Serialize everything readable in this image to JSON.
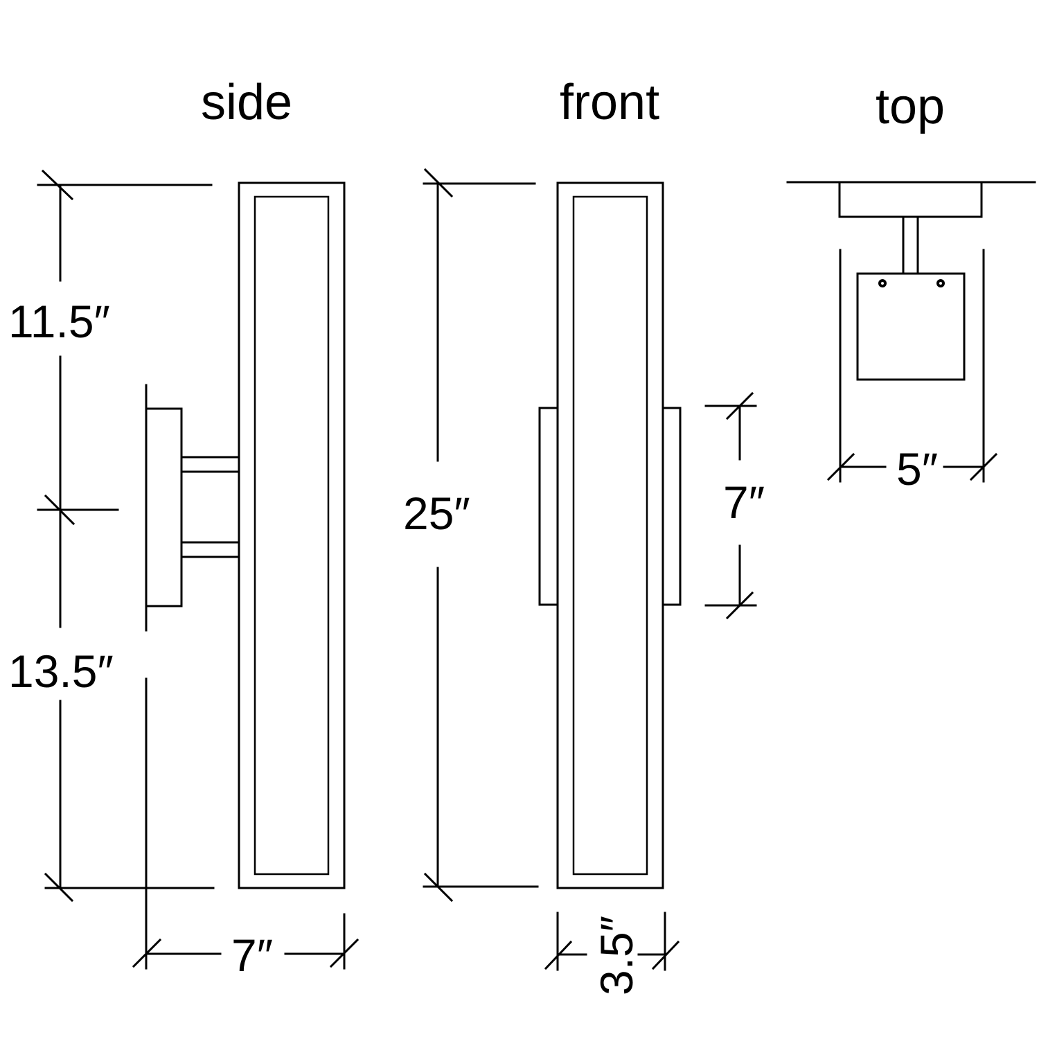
{
  "views": {
    "side": {
      "title": "side"
    },
    "front": {
      "title": "front"
    },
    "top": {
      "title": "top"
    }
  },
  "dimensions": {
    "side_upper_height": "11.5″",
    "side_lower_height": "13.5″",
    "side_depth": "7″",
    "front_height": "25″",
    "front_backplate_height": "7″",
    "front_width": "3.5″",
    "top_width": "5″"
  },
  "colors": {
    "line": "#000000",
    "background": "#ffffff"
  }
}
